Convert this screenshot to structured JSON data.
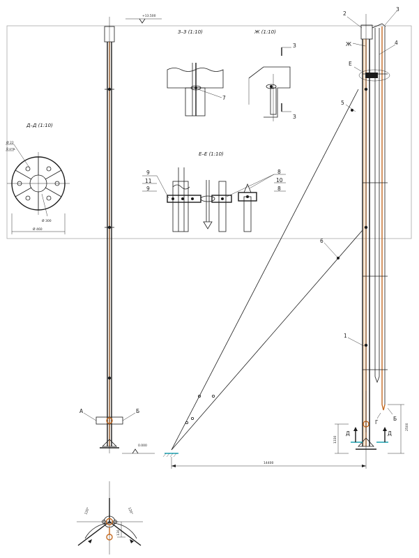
{
  "views": {
    "z3": "З–З (1:10)",
    "zh": "Ж (1:10)",
    "dd": "Д–Д (1:10)",
    "ee": "Е–Е (1:10)"
  },
  "section_marks": {
    "z": "З",
    "zh": "Ж",
    "e": "Е",
    "d": "Д",
    "a": "А",
    "b": "Б",
    "g": "Г"
  },
  "callouts": {
    "p1": "1",
    "p2": "2",
    "p3": "3",
    "p4": "4",
    "p5": "5",
    "p6": "6",
    "p7": "7",
    "p8": "8",
    "p9": "9",
    "p10": "10",
    "p11": "11"
  },
  "dims": {
    "top_elev": "+13.500",
    "ground_elev": "0.000",
    "base_span": "14400",
    "footing_h": "1330",
    "side_h": "2500",
    "flange_dia": "Ø 300",
    "bolt_dia": "Ø 22",
    "bolt_count": "8 отв.",
    "flange_width": "Ø 460",
    "angle_left": "120°",
    "angle_right": "120°",
    "bracket_offset": "130"
  }
}
